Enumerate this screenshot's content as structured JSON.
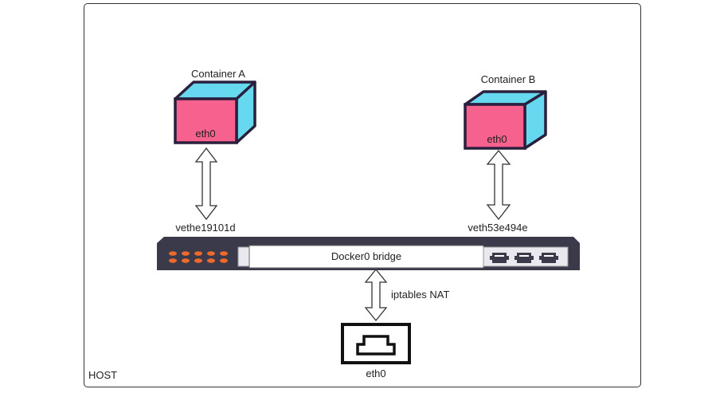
{
  "host": {
    "label": "HOST"
  },
  "container_a": {
    "title": "Container A",
    "interface": "eth0",
    "veth": "vethe19101d"
  },
  "container_b": {
    "title": "Container B",
    "interface": "eth0",
    "veth": "veth53e494e"
  },
  "bridge": {
    "label": "Docker0 bridge"
  },
  "nat": {
    "label": "iptables NAT"
  },
  "host_nic": {
    "label": "eth0",
    "icon": "ethernet-port-icon"
  },
  "colors": {
    "cube_front": "#f7618e",
    "cube_side": "#66d9f0",
    "outline": "#2a1f3d",
    "switch_body": "#3a3a4a",
    "switch_leds": "#ee6a2c"
  }
}
